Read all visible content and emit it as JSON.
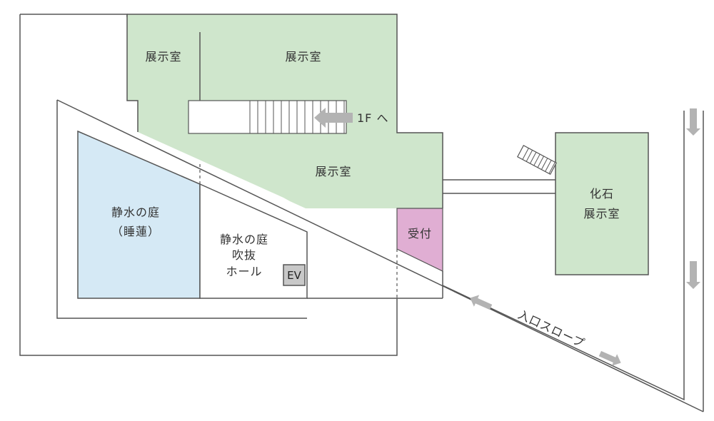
{
  "colors": {
    "exhibit": "#cfe6cc",
    "garden": "#d5e9f5",
    "reception": "#e0aed3",
    "elevator": "#c8c8c8",
    "arrow": "#b3b3b3",
    "wall": "#555555"
  },
  "rooms": {
    "exhibit_top_left": "展示室",
    "exhibit_top_right": "展示室",
    "exhibit_center": "展示室",
    "fossil_line1": "化石",
    "fossil_line2": "展示室",
    "garden_line1": "静水の庭",
    "garden_line2": "（睡蓮）",
    "atrium_line1": "静水の庭",
    "atrium_line2": "吹抜",
    "atrium_line3": "ホール",
    "elevator": "EV",
    "reception": "受付"
  },
  "stairs_label": "1F へ",
  "slope_label": "入口スロープ",
  "icons": {
    "stairs_arrow": "arrow-left-icon",
    "slope_arrows": "arrow-icon"
  }
}
